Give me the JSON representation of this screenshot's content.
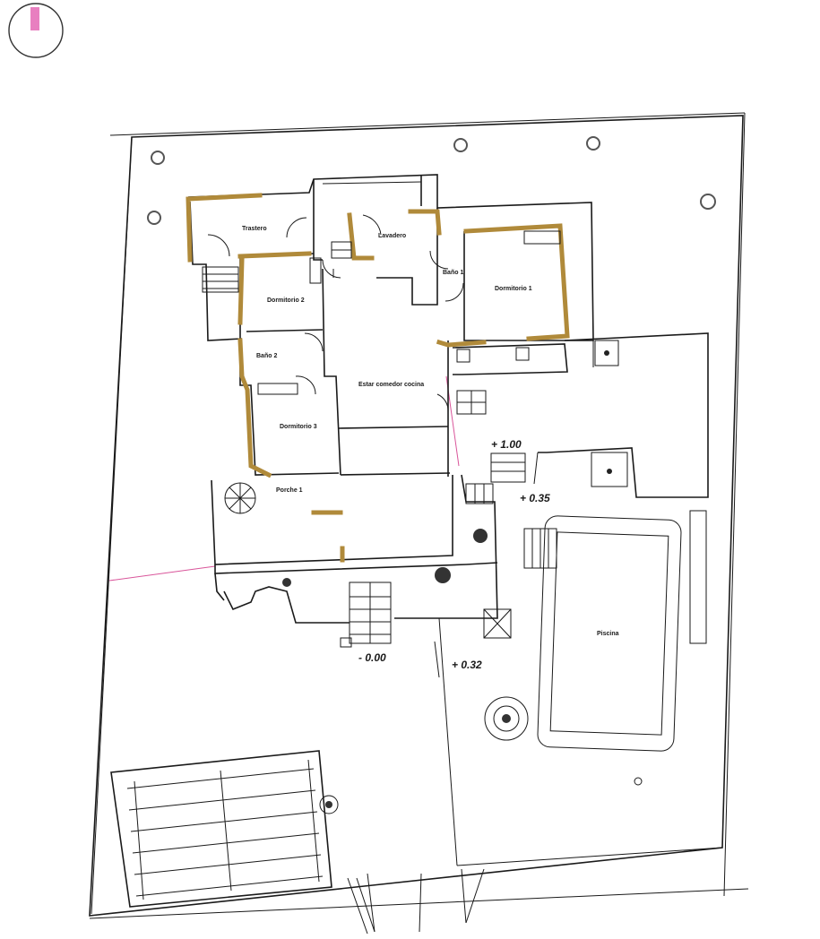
{
  "compass": {
    "marker_color": "#e87fc0"
  },
  "colors": {
    "highlight_walls": "#b08a3a",
    "property_line": "#d9559a",
    "lines": "#1a1a1a"
  },
  "rooms": {
    "trastero": "Trastero",
    "lavadero": "Lavadero",
    "bano1": "Baño 1",
    "dormitorio1": "Dormitorio 1",
    "dormitorio2": "Dormitorio 2",
    "bano2": "Baño 2",
    "estar": "Estar comedor cocina",
    "dormitorio3": "Dormitorio 3",
    "porche": "Porche 1",
    "piscina": "Piscina"
  },
  "levels": {
    "l100": "+ 1.00",
    "l035": "+ 0.35",
    "l000": "- 0.00",
    "l032": "+ 0.32"
  }
}
